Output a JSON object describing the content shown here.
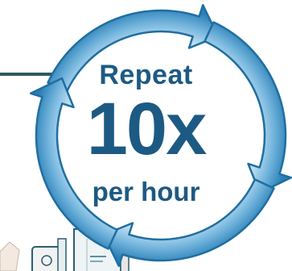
{
  "cycle_label": {
    "line1": "Repeat",
    "line2": "10x",
    "line3": "per hour"
  },
  "colors": {
    "arrow_fill_light": "#ffffff",
    "arrow_fill_mid": "#bfdff1",
    "arrow_fill_dark": "#2f86bd",
    "arrow_outline": "#1f6ea1",
    "text": "#1d5a83",
    "rule_line": "#2f5a5c",
    "device_outline": "#2b5f6e"
  }
}
